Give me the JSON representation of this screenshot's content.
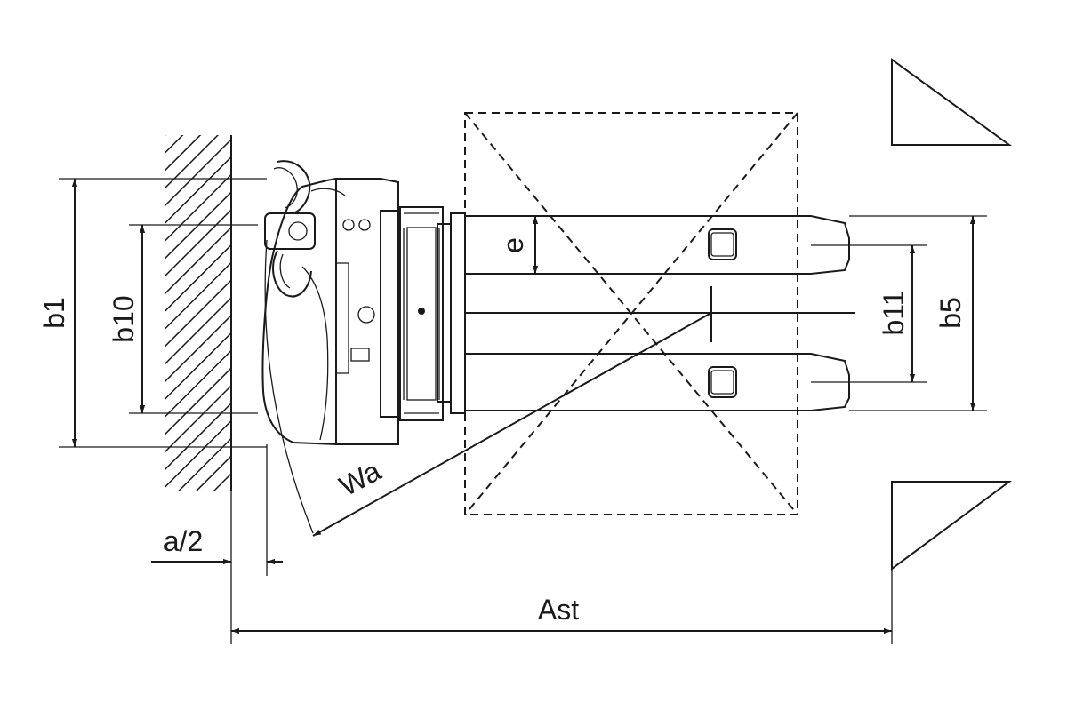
{
  "labels": {
    "b1": "b1",
    "b10": "b10",
    "e": "e",
    "b11": "b11",
    "b5": "b5",
    "wa": "Wa",
    "a_half": "a/2",
    "ast": "Ast"
  },
  "colors": {
    "ink": "#1a1a1a",
    "background": "#ffffff"
  },
  "icons": {
    "arrowheads": "dimension-arrow-icon",
    "wall": "hatched-wall-icon"
  }
}
